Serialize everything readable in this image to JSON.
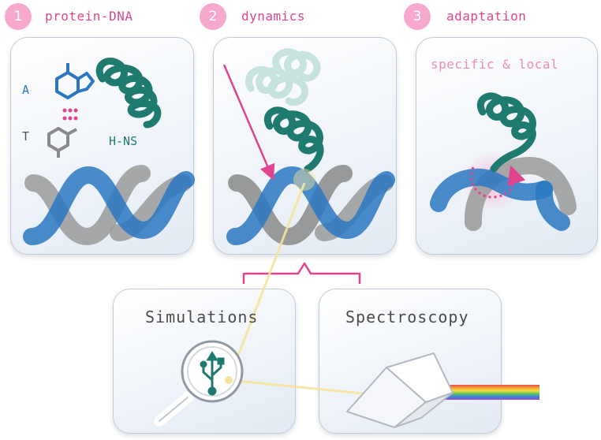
{
  "steps": [
    {
      "number": "1",
      "label": "protein-DNA"
    },
    {
      "number": "2",
      "label": "dynamics"
    },
    {
      "number": "3",
      "label": "adaptation"
    }
  ],
  "panel1": {
    "base_a": "A",
    "base_t": "T",
    "protein": "H-NS"
  },
  "panel3": {
    "caption": "specific & local"
  },
  "methods": {
    "simulations": "Simulations",
    "spectroscopy": "Spectroscopy"
  },
  "icons": [
    "base-a-icon",
    "base-t-icon",
    "protein-coil-icon",
    "dna-double-helix-icon",
    "magnifier-icon",
    "usb-icon",
    "prism-icon",
    "rainbow-spectrum-icon"
  ],
  "colors": {
    "pink": "#e0448f",
    "teal": "#1f7a70",
    "blue": "#2a78c2",
    "gray": "#9a9a9a",
    "yellow": "#f6e39a"
  }
}
